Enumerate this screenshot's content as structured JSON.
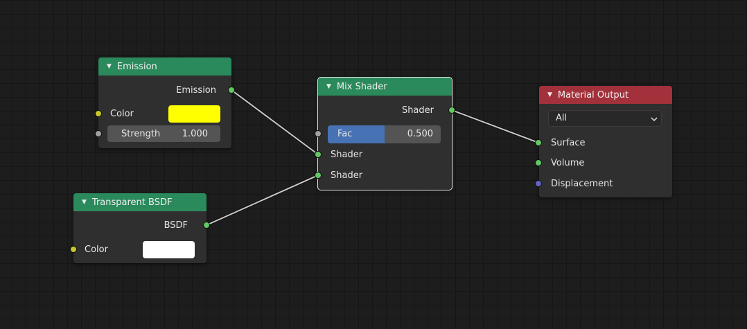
{
  "colors": {
    "header_green": "#2b8a5c",
    "header_red": "#a3313b",
    "socket_shader": "#63c763",
    "socket_color": "#c7c729",
    "socket_value": "#a1a1a1",
    "socket_vector": "#6363c7",
    "slider_fill": "#4772b3",
    "emission_color": "#ffff00",
    "transparent_color": "#ffffff"
  },
  "nodes": {
    "emission": {
      "title": "Emission",
      "output_label": "Emission",
      "color_label": "Color",
      "strength_label": "Strength",
      "strength_value": "1.000"
    },
    "transparent": {
      "title": "Transparent BSDF",
      "output_label": "BSDF",
      "color_label": "Color"
    },
    "mix": {
      "title": "Mix Shader",
      "output_label": "Shader",
      "fac_label": "Fac",
      "fac_value": "0.500",
      "fac_fraction": 0.5,
      "input1_label": "Shader",
      "input2_label": "Shader"
    },
    "output": {
      "title": "Material Output",
      "target_value": "All",
      "surface_label": "Surface",
      "volume_label": "Volume",
      "displacement_label": "Displacement"
    }
  },
  "icons": {
    "collapse": "disclosure-triangle-icon",
    "dropdown": "chevron-down-icon"
  }
}
